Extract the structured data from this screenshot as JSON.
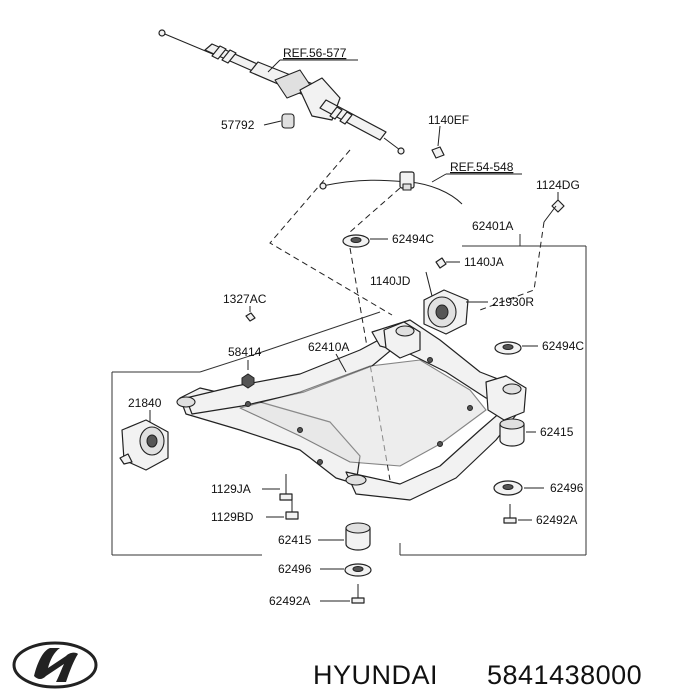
{
  "labels": {
    "ref_56_577": "REF.56-577",
    "p57792": "57792",
    "p1140EF": "1140EF",
    "ref_54_548": "REF.54-548",
    "p1124DG": "1124DG",
    "p62401A": "62401A",
    "p62494C_top": "62494C",
    "p1140JA": "1140JA",
    "p1140JD": "1140JD",
    "p1327AC": "1327AC",
    "p21930R": "21930R",
    "p58414": "58414",
    "p62410A": "62410A",
    "p62494C_right": "62494C",
    "p21840": "21840",
    "p62415_right": "62415",
    "p1129JA": "1129JA",
    "p62496_right": "62496",
    "p1129BD": "1129BD",
    "p62492A_right": "62492A",
    "p62415_bottom": "62415",
    "p62496_bottom": "62496",
    "p62492A_bottom": "62492A"
  },
  "footer": {
    "brand": "HYUNDAI",
    "part_number": "5841438000"
  },
  "icons": {
    "logo": "hyundai-logo"
  }
}
